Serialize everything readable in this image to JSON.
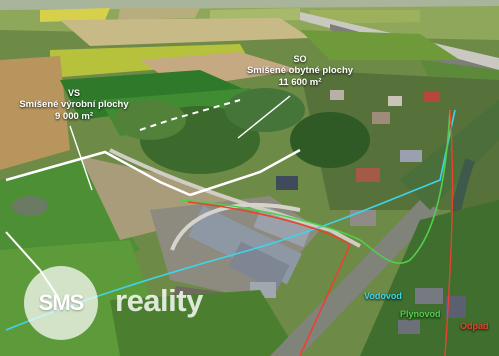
{
  "zones": {
    "vs": {
      "code": "VS",
      "name": "Smíšené výrobní plochy",
      "area": "9 000 m²"
    },
    "so": {
      "code": "SO",
      "name": "Smíšené obytné plochy",
      "area": "11 600 m²"
    }
  },
  "legend": {
    "vodovod": {
      "label": "Vodovod",
      "color": "#3fd4e8"
    },
    "plynovod": {
      "label": "Plynovod",
      "color": "#4fcf4a"
    },
    "odpad": {
      "label": "Odpad",
      "color": "#e8432f"
    }
  },
  "logo": {
    "mark": "SMS",
    "word": "reality"
  }
}
